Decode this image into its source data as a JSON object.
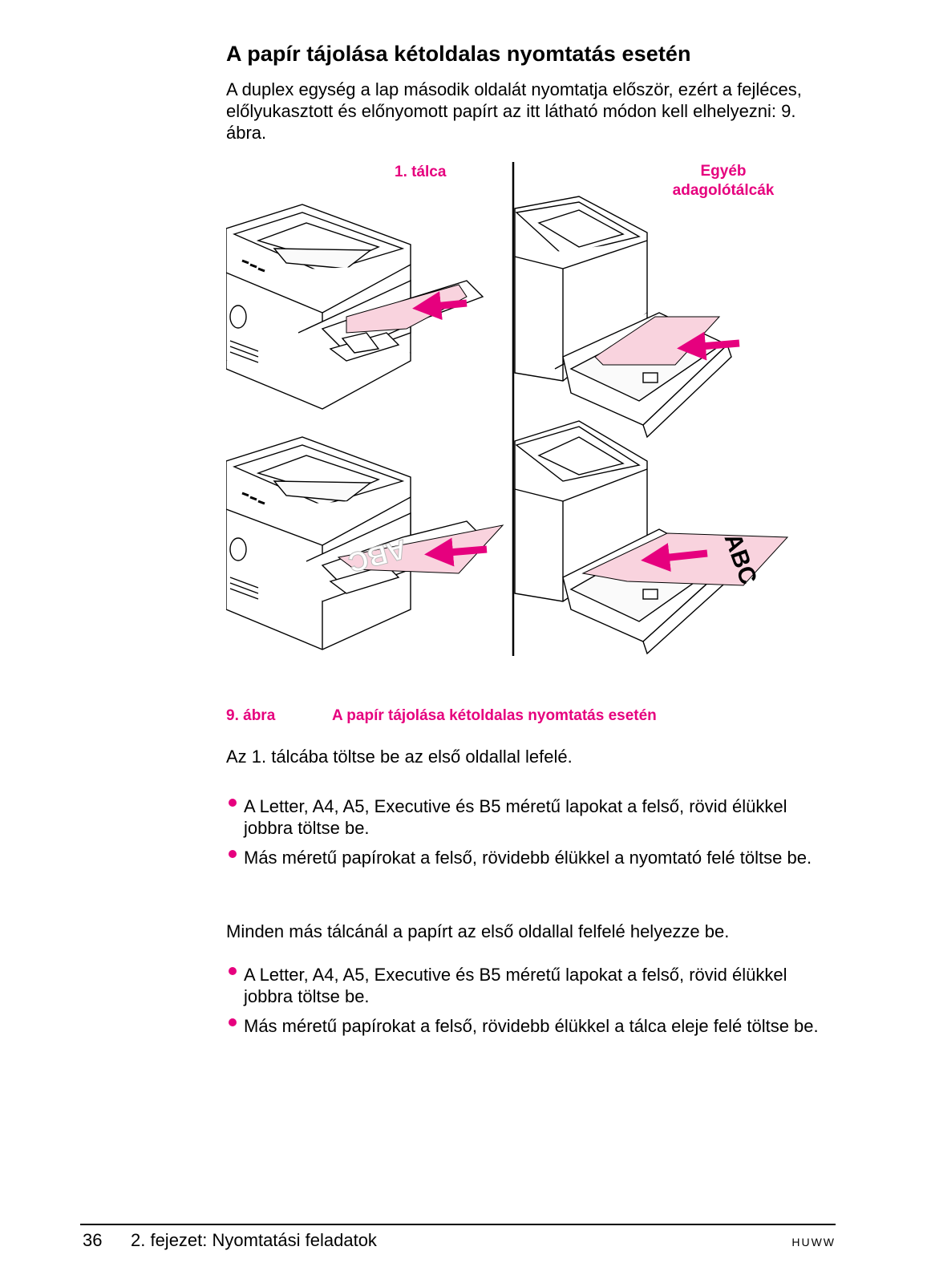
{
  "heading": "A papír tájolása kétoldalas nyomtatás esetén",
  "intro": "A duplex egység a lap második oldalát nyomtatja először, ezért a fejléces, előlyukasztott és előnyomott papírt az itt látható módon kell elhelyezni: 9. ábra.",
  "figure": {
    "label_tray1": "1. tálca",
    "label_other_line1": "Egyéb",
    "label_other_line2": "adagolótálcák",
    "paper_text": "ABC"
  },
  "caption": {
    "number": "9. ábra",
    "title": "A papír tájolása kétoldalas nyomtatás esetén"
  },
  "section1": {
    "text": "Az 1. tálcába töltse be az első oldallal lefelé.",
    "bullets": [
      "A Letter, A4, A5, Executive és B5 méretű lapokat a felső, rövid élükkel jobbra töltse be.",
      "Más méretű papírokat a felső, rövidebb élükkel a nyomtató felé töltse be."
    ]
  },
  "section2": {
    "text": "Minden más tálcánál a papírt az első oldallal felfelé helyezze be.",
    "bullets": [
      "A Letter, A4, A5, Executive és B5 méretű lapokat a felső, rövid élükkel jobbra töltse be.",
      "Más méretű papírokat a felső, rövidebb élükkel a tálca eleje felé töltse be."
    ]
  },
  "footer": {
    "page_number": "36",
    "chapter": "2. fejezet:  Nyomtatási feladatok",
    "code": "HUWW"
  },
  "colors": {
    "accent": "#e6007e",
    "paper": "#f9d3de"
  }
}
